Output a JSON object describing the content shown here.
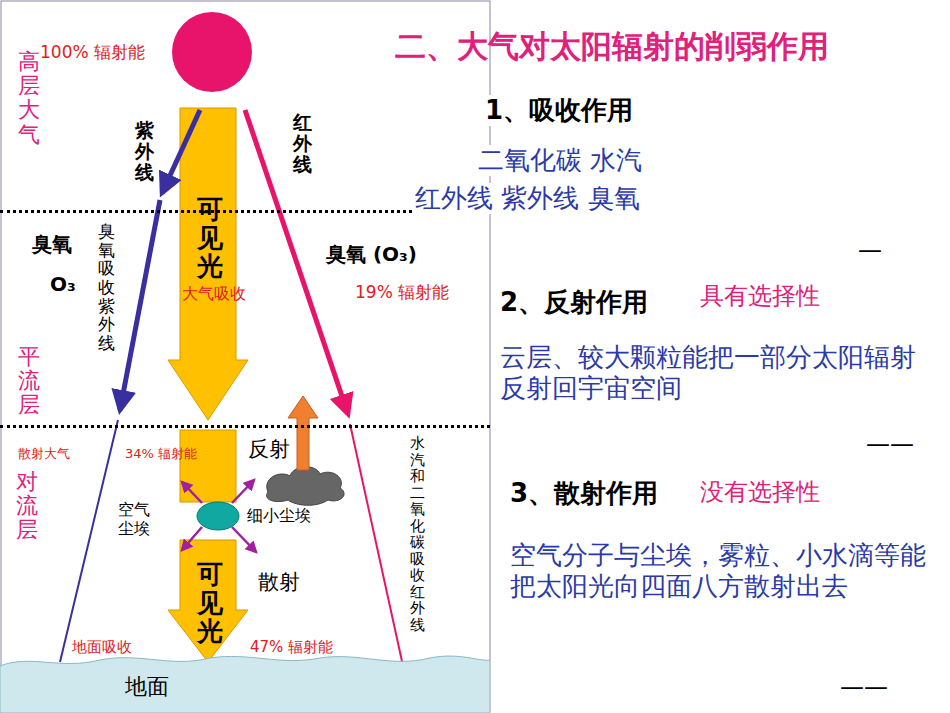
{
  "diagram": {
    "title": "二、大气对太阳辐射的削弱作用",
    "nodes": [
      {
        "text": [
          "高层大气"
        ]
      },
      {
        "text": [
          "平流层"
        ]
      },
      {
        "text": [
          "对流层"
        ]
      },
      {
        "text": [
          "细小尘埃"
        ],
        "in": 2
      },
      {
        "text": [
          "地面"
        ]
      }
    ],
    "labels": [
      "100% 辐射能",
      "紫外线",
      "可见光",
      "红外线",
      "臭氧",
      "O₃",
      "臭氧吸收紫外线",
      "臭氧 (O₃)",
      "大气吸收",
      "19% 辐射能",
      "散射大气",
      "34% 辐射能",
      "反射",
      "水汽和二氧化碳吸收红外线",
      "空气尘埃",
      "可见光",
      "散射",
      "地面吸收",
      "47% 辐射能",
      "1、吸收作用",
      "二氧化碳 水汽",
      "红外线 紫外线 臭氧",
      "—",
      "具有选择性",
      "2、反射作用",
      "云层、较大颗粒能把一部分太阳辐射反射回宇宙空间",
      "——",
      "3、散射作用",
      "没有选择性",
      "空气分子与尘埃，雾粒、小水滴等能把太阳光向四面八方散射出去",
      "——"
    ]
  }
}
